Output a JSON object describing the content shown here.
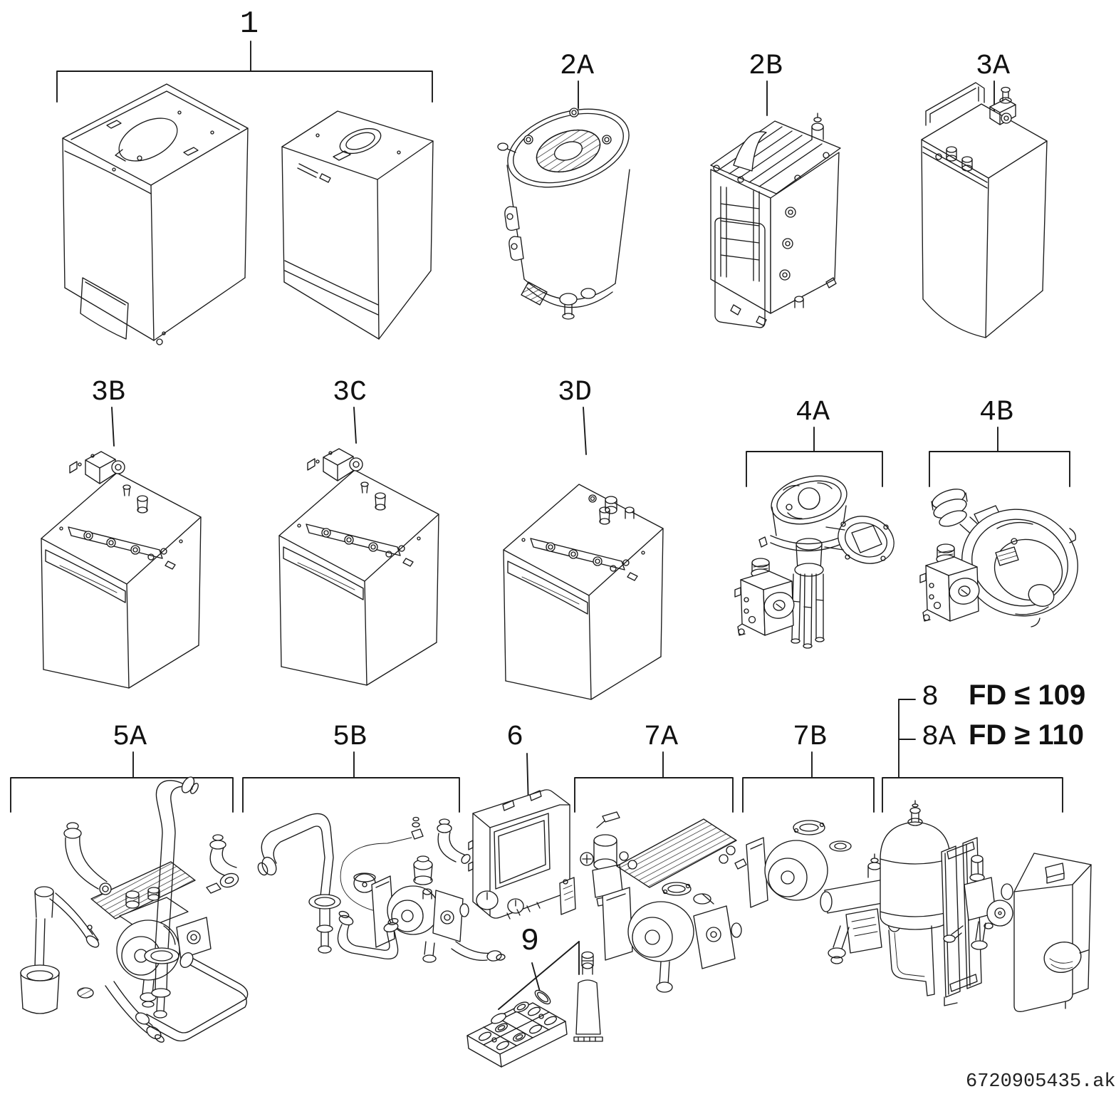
{
  "labels": {
    "c1": "1",
    "c2a": "2A",
    "c2b": "2B",
    "c3a": "3A",
    "c3b": "3B",
    "c3c": "3C",
    "c3d": "3D",
    "c4a": "4A",
    "c4b": "4B",
    "c5a": "5A",
    "c5b": "5B",
    "c6": "6",
    "c7a": "7A",
    "c7b": "7B",
    "c8": "8",
    "c8a": "8A",
    "c9": "9"
  },
  "variant_conditions": {
    "c8": "FD ≤ 109",
    "c8a": "FD ≥ 110"
  },
  "footer": {
    "drawing_code": "6720905435.ak"
  },
  "parts": {
    "1": "wall-boiler-casing-pair",
    "2A": "cylindrical-tank-heat-exchanger",
    "2B": "heat-cell-assembly",
    "3A": "casing-with-top-valve",
    "3B": "boiler-body-variant-1",
    "3C": "boiler-body-variant-2",
    "3D": "boiler-body-variant-3",
    "4A": "venturi-mixer-with-gas-valve",
    "4B": "fan-unit-with-gas-valve",
    "5A": "hydraulic-group-with-finned-exchanger",
    "5B": "hydraulic-group-with-pump",
    "6": "control-unit",
    "7A": "plate-heat-exchanger-and-pump",
    "7B": "pump-and-three-way-valve",
    "8": "expansion-vessel-group",
    "8A": "expansion-vessel-group-late-fd",
    "9": "gasket-service-set"
  },
  "style": {
    "line_color": "#1a1a1a",
    "background": "#ffffff"
  }
}
